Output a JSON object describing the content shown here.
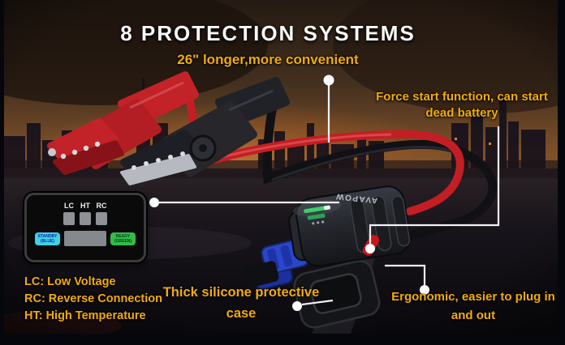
{
  "title": "8 PROTECTION SYSTEMS",
  "subtitle": "26\" longer,more convenient",
  "callouts": {
    "force_start": "Force start function, can start dead battery",
    "silicone_case": "Thick silicone protective case",
    "ergonomic": "Ergonomic, easier to plug in and out"
  },
  "indicator_panel": {
    "labels": [
      "LC",
      "HT",
      "RC"
    ],
    "standby": {
      "line1": "STANDBY",
      "line2": "(BLUE)"
    },
    "ready": {
      "line1": "READY",
      "line2": "(GREEN)"
    }
  },
  "legend": {
    "lc": "LC: Low Voltage",
    "rc": "RC: Reverse Connection",
    "ht": "HT: High Temperature"
  },
  "device": {
    "brand": "AVAPOW"
  },
  "colors": {
    "accent_yellow": "#F2AC08",
    "title_white": "#FAFAFA",
    "standby_bg": "#3ED2E6",
    "standby_text": "#16249B",
    "ready_bg": "#2FBE48",
    "ready_text": "#0D3A13",
    "clamp_red": "#C32229",
    "connector_blue": "#2946CC"
  }
}
